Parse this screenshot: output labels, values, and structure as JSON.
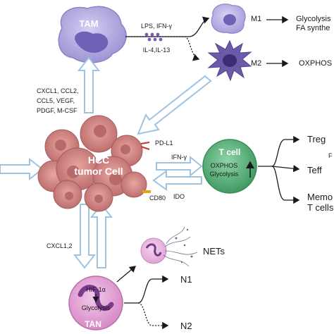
{
  "tam": {
    "label": "TAM"
  },
  "polarization": {
    "m1_stimuli": "LPS, IFN-γ",
    "m2_stimuli": "IL-4,IL-13",
    "m1_label": "M1",
    "m2_label": "M2",
    "m1_outcome_line1": "Glycolysis",
    "m1_outcome_line2": "FA synthe",
    "m2_outcome": "OXPHOS"
  },
  "secreted_factors": {
    "line1": "CXCL1, CCL2,",
    "line2": "CCL5, VEGF,",
    "line3": "PDGF, M-CSF"
  },
  "hcc": {
    "line1": "HCC",
    "line2": "tumor Cell",
    "pdl1": "PD-L1",
    "cd80": "CD80"
  },
  "tcell_interaction": {
    "ifn": "IFN-γ",
    "ido": "IDO"
  },
  "tcell": {
    "label": "T cell",
    "metabolism_line1": "OXPHOS",
    "metabolism_line2": "Glycolysis"
  },
  "tcell_outcomes": {
    "treg": "Treg",
    "teff": "Teff",
    "memory_line1": "Memo",
    "memory_line2": "T cells",
    "clipped_letter": "F"
  },
  "neutrophil": {
    "recruit": "CXCL1,2",
    "nets": "NETs",
    "hif": "HIF-1α",
    "glycolysis": "Glycolysis",
    "tan": "TAN",
    "n1": "N1",
    "n2": "N2"
  },
  "colors": {
    "tam": "#b4aee0",
    "m2": "#5b4a9e",
    "tumor": "#d99090",
    "tcell": "#5fb67f",
    "tan": "#e6a8d8",
    "blue_arrow": "#9fc2e0"
  }
}
